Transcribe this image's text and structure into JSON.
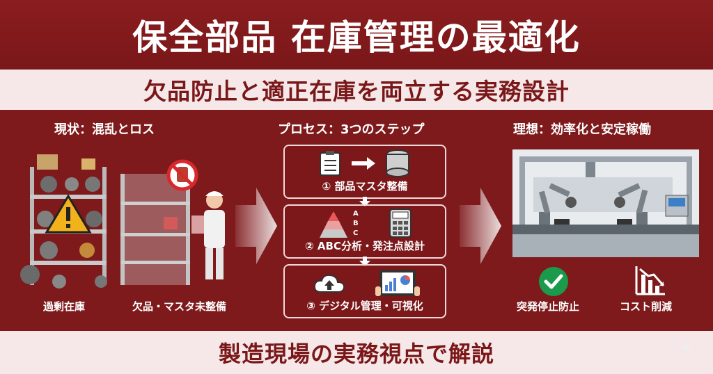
{
  "title": "保全部品 在庫管理の最適化",
  "subtitle": "欠品防止と適正在庫を両立する実務設計",
  "footer": "製造現場の実務視点で解説",
  "left": {
    "heading": "現状：混乱とロス",
    "caption_1": "過剰在庫",
    "caption_2": "欠品・マスタ未整備"
  },
  "middle": {
    "heading": "プロセス：3つのステップ",
    "steps": [
      {
        "label": "① 部品マスタ整備"
      },
      {
        "label": "② ABC分析・発注点設計",
        "abc": [
          "A",
          "B",
          "C"
        ]
      },
      {
        "label": "③ デジタル管理・可視化"
      }
    ]
  },
  "right": {
    "heading": "理想：効率化と安定稼働",
    "caption_1": "突発停止防止",
    "caption_2": "コスト削減"
  },
  "colors": {
    "maroon": "#7e1a1c",
    "band": "#f6e8e8",
    "accent_red": "#d8282b",
    "check_green": "#1a9a4a"
  },
  "icons": [
    "warning-icon",
    "no-hand-icon",
    "clipboard-icon",
    "database-icon",
    "calculator-icon",
    "cloud-upload-icon",
    "tablet-chart-icon",
    "check-icon",
    "cost-down-icon",
    "sparkle-icon"
  ]
}
